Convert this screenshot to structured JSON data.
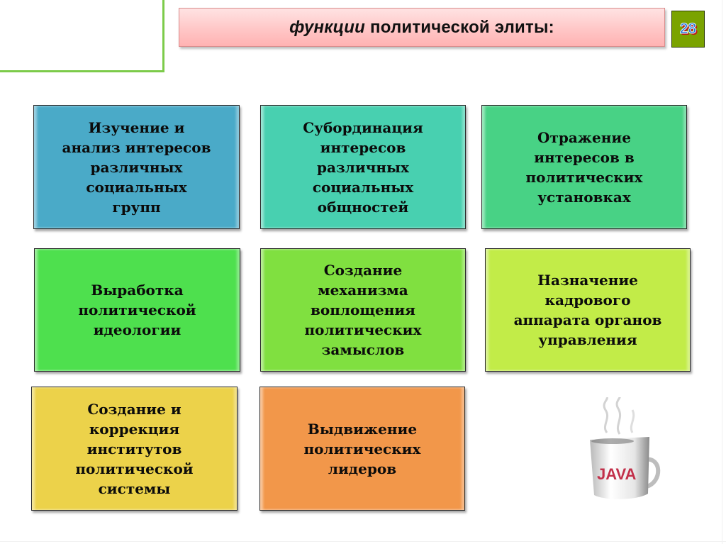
{
  "slide": {
    "title_italic": "функции",
    "title_rest": "политической элиты:",
    "page_number": "28",
    "colors": {
      "title_bg": "#ffc9c9",
      "badge_bg": "#7aa300",
      "frame_line": "#7ccb4a"
    }
  },
  "boxes": [
    {
      "label": "Изучение и\nанализ интересов\nразличных\nсоциальных\nгрупп",
      "color": "#4aaac8"
    },
    {
      "label": "Субординация\nинтересов\nразличных\nсоциальных\nобщностей",
      "color": "#48d0b0"
    },
    {
      "label": "Отражение\nинтересов в\nполитических\nустановках",
      "color": "#48d285"
    },
    {
      "label": "Выработка\nполитической\nидеологии",
      "color": "#4ee04e"
    },
    {
      "label": "Создание\nмеханизма\nвоплощения\nполитических\nзамыслов",
      "color": "#80e040"
    },
    {
      "label": "Назначение\nкадрового\nаппарата органов\nуправления",
      "color": "#c2ec48"
    },
    {
      "label": "Создание и\nкоррекция\nинститутов\nполитической\nсистемы",
      "color": "#ecd24a"
    },
    {
      "label": "Выдвижение\nполитических\nлидеров",
      "color": "#f2974a"
    }
  ],
  "decoration": {
    "mug_text": "JAVA",
    "mug_icon": "coffee-mug-icon"
  }
}
